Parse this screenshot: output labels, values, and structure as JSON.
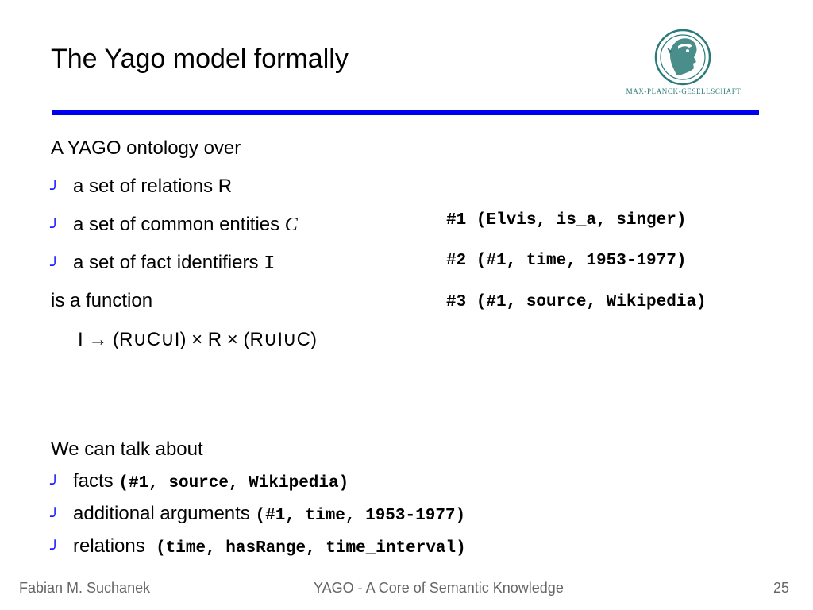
{
  "slide": {
    "title": "The Yago model formally",
    "logo_text": "MAX-PLANCK-GESELLSCHAFT",
    "intro": "A YAGO ontology over",
    "bullet_glyph": "╯",
    "set_items": [
      {
        "text": "a set of relations ",
        "symbol": "R"
      },
      {
        "text": "a set of common entities ",
        "symbol": "C"
      },
      {
        "text": "a set of fact identifiers ",
        "symbol": "I"
      }
    ],
    "is_function": "is a function",
    "formula": "I → (R∪C∪I) × R × (R∪I∪C)",
    "facts": [
      "#1 (Elvis, is_a, singer)",
      "#2 (#1, time, 1953-1977)",
      "#3 (#1, source, Wikipedia)"
    ],
    "talk_intro": "We can talk about",
    "talk_items": [
      {
        "text": "facts ",
        "code": "(#1, source, Wikipedia)"
      },
      {
        "text": "additional arguments ",
        "code": "(#1, time, 1953-1977)"
      },
      {
        "text": "relations  ",
        "code": "(time, hasRange, time_interval)"
      }
    ]
  },
  "footer": {
    "author": "Fabian M. Suchanek",
    "center": "YAGO - A Core of Semantic Knowledge",
    "page": "25"
  },
  "colors": {
    "rule": "#0000f0",
    "bullet": "#1a1aff",
    "logo": "#2a7a78",
    "footer": "#666666"
  }
}
